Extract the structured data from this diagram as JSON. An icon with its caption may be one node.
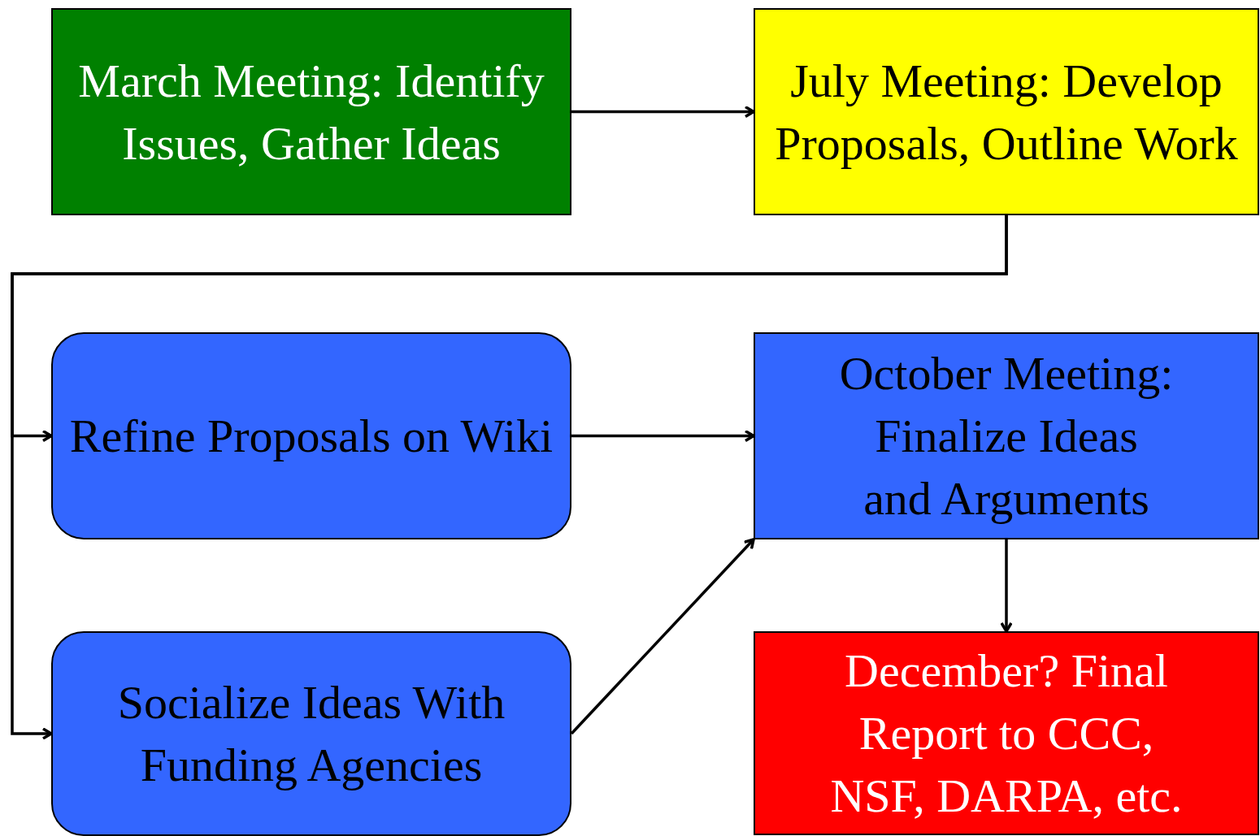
{
  "diagram": {
    "nodes": [
      {
        "text": [
          "March Meeting: Identify Issues, Gather Ideas"
        ]
      },
      {
        "text": [
          "July Meeting: Develop Proposals, Outline Work"
        ]
      },
      {
        "text": [
          "Refine Proposals on Wiki"
        ]
      },
      {
        "text": [
          "October Meeting: Finalize Ideas and Arguments"
        ]
      },
      {
        "text": [
          "Socialize Ideas With Funding Agencies"
        ]
      },
      {
        "text": [
          "December? Final Report to CCC, NSF, DARPA, etc."
        ]
      }
    ],
    "edges": [
      {
        "from": 0,
        "to": 1,
        "arrow": "to"
      },
      {
        "from": 1,
        "to": 2,
        "arrow": "to"
      },
      {
        "from": 1,
        "to": 4,
        "arrow": "to"
      },
      {
        "from": 2,
        "to": 3,
        "arrow": "to"
      },
      {
        "from": 4,
        "to": 3,
        "arrow": "to"
      },
      {
        "from": 3,
        "to": 5,
        "arrow": "to"
      }
    ]
  }
}
